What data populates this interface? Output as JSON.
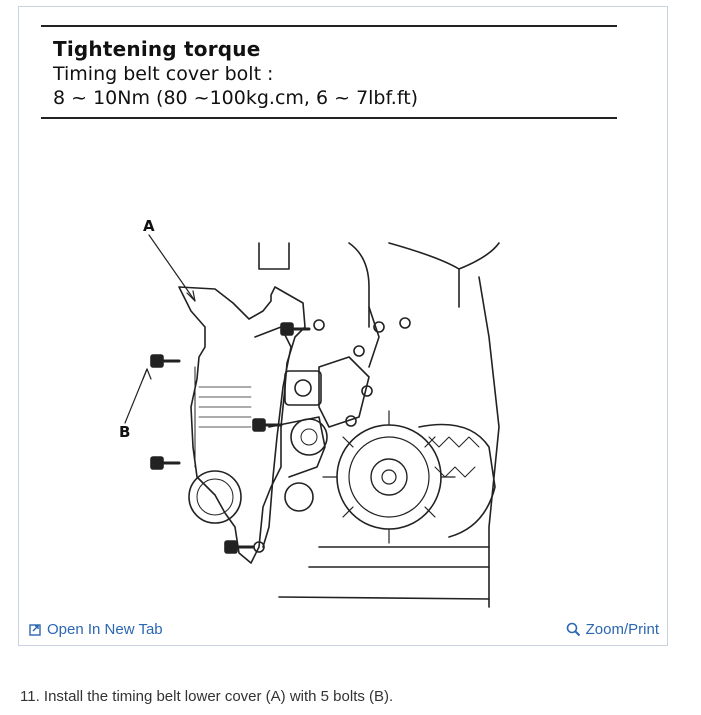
{
  "spec": {
    "title": "Tightening torque",
    "line1": "Timing belt cover bolt :",
    "line2": "8 ~ 10Nm (80 ~100kg.cm, 6 ~ 7lbf.ft)"
  },
  "illustration": {
    "label_a": "A",
    "label_b": "B"
  },
  "toolbar": {
    "open_label": "Open In New Tab",
    "zoom_label": "Zoom/Print"
  },
  "step": {
    "text": "11. Install the timing belt lower cover (A) with 5 bolts (B)."
  }
}
